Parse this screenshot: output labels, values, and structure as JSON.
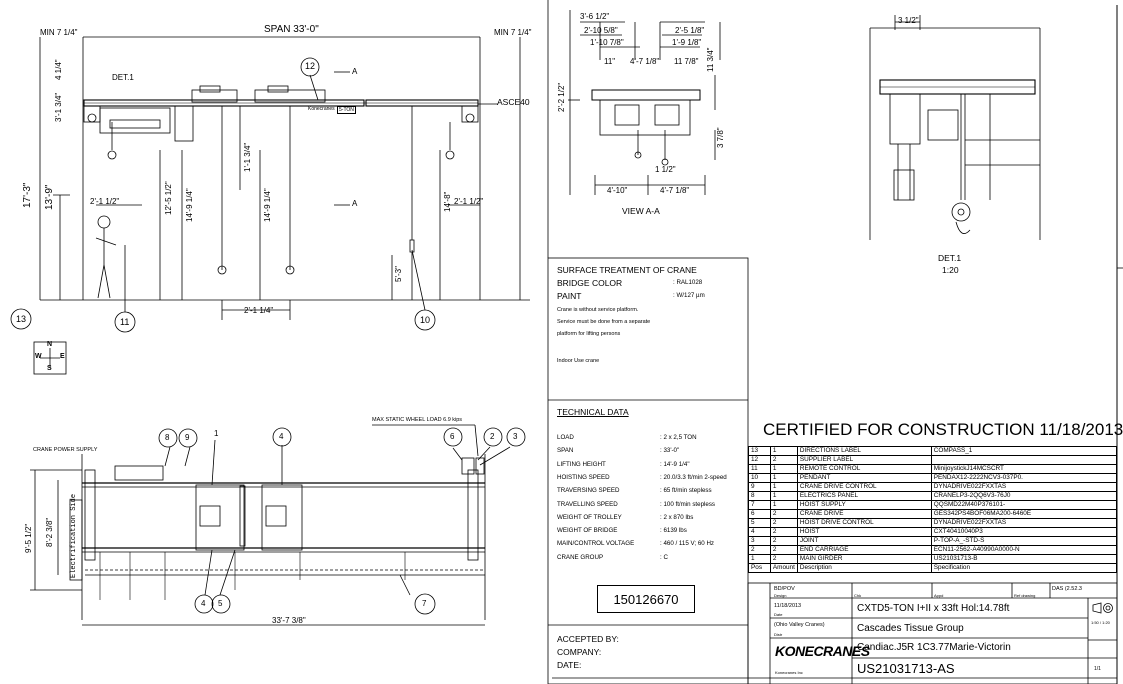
{
  "front_view": {
    "span_label": "SPAN 33'-0\"",
    "min_left": "MIN 7 1/4\"",
    "min_right": "MIN 7 1/4\"",
    "det_label": "DET.1",
    "section_a": "A",
    "asce_label": "ASCE40",
    "height_total": "17'-3\"",
    "height_runway": "13'-9\"",
    "dim_4": "4 1/4\"",
    "dim_3": "3'-1 3/4\"",
    "dim_2_left": "2'-1 1/2\"",
    "dim_2_right": "2'-1 1/2\"",
    "dim_12": "12'-5 1/2\"",
    "dim_14a": "14'-9 1/4\"",
    "dim_14b": "14'-9 1/4\"",
    "dim_14c": "14'-8\"",
    "dim_1": "1'-1 3/4\"",
    "dim_5": "5'-3\"",
    "dim_bottom": "2'-1 1/4\"",
    "callout_12": "12",
    "callout_11": "11",
    "callout_10": "10",
    "callout_13": "13",
    "compass_n": "N",
    "compass_s": "S",
    "compass_w": "W",
    "compass_e": "E",
    "trolley_tag": "5-TON",
    "brand_tag": "Konecranes"
  },
  "view_aa": {
    "title": "VIEW A-A",
    "d1": "3'-6 1/2\"",
    "d2": "2'-10 5/8\"",
    "d3": "1'-10 7/8\"",
    "d4": "2'-5 1/8\"",
    "d5": "1'-9 1/8\"",
    "d6": "4'-7 1/8\"",
    "d7": "11 7/8\"",
    "d8": "11\"",
    "d9": "11 3/4\"",
    "d10": "2'-2 1/2\"",
    "d11": "3 7/8\"",
    "d12": "1 1/2\"",
    "d13": "4'-10\"",
    "d14": "4'-7 1/8\""
  },
  "det1": {
    "title": "DET.1",
    "scale": "1:20",
    "d1": "3 1/2\""
  },
  "surface": {
    "heading": "SURFACE TREATMENT OF CRANE",
    "color_label": "BRIDGE COLOR",
    "color_value": ": RAL1028",
    "paint_label": "PAINT",
    "paint_value": ": W/127 µm",
    "note1": "Crane is without service platform.",
    "note2": "Service must be done from a separate",
    "note3": "platform for lifting persons",
    "note4": "Indoor Use crane"
  },
  "tech": {
    "heading": "TECHNICAL DATA",
    "rows": [
      {
        "k": "LOAD",
        "v": ": 2 x 2,5 TON"
      },
      {
        "k": "SPAN",
        "v": ": 33'-0\""
      },
      {
        "k": "LIFTING HEIGHT",
        "v": ": 14'-9 1/4\""
      },
      {
        "k": "HOISTING SPEED",
        "v": ": 20.0/3.3  ft/min   2-speed"
      },
      {
        "k": "TRAVERSING SPEED",
        "v": ": 65  ft/min   stepless"
      },
      {
        "k": "TRAVELLING SPEED",
        "v": ": 100  ft/min   stepless"
      },
      {
        "k": "WEIGHT OF TROLLEY",
        "v": ": 2 x 870 lbs"
      },
      {
        "k": "WEIGHT OF BRIDGE",
        "v": ": 6139 lbs"
      },
      {
        "k": "MAIN/CONTROL VOLTAGE",
        "v": ": 460 / 115 V; 60 Hz"
      },
      {
        "k": "CRANE GROUP",
        "v": ": C"
      }
    ],
    "order_number": "150126670"
  },
  "accept": {
    "accepted_by": "ACCEPTED BY:",
    "company": "COMPANY:",
    "date": "DATE:"
  },
  "plan_view": {
    "power_supply": "CRANE POWER SUPPLY",
    "wheel_load": "MAX STATIC WHEEL LOAD 6.9 kips",
    "electrification": "Electrification Side",
    "dim_width": "9'-5 1/2\"",
    "dim_inner": "8'-2 3/8\"",
    "dim_length": "33'-7 3/8\"",
    "callouts": {
      "c1": "1",
      "c2": "2",
      "c3": "3",
      "c4a": "4",
      "c4b": "4",
      "c5": "5",
      "c6": "6",
      "c7": "7",
      "c8": "8",
      "c9": "9"
    }
  },
  "certified": "CERTIFIED FOR CONSTRUCTION 11/18/2013",
  "parts": [
    {
      "pos": "13",
      "qty": "1",
      "name": "DIRECTIONS LABEL",
      "code": "COMPASS_1"
    },
    {
      "pos": "12",
      "qty": "2",
      "name": "SUPPLIER LABEL",
      "code": ""
    },
    {
      "pos": "11",
      "qty": "1",
      "name": "REMOTE CONTROL",
      "code": "MinijoystickJ14MCSCRT"
    },
    {
      "pos": "10",
      "qty": "1",
      "name": "PENDANT",
      "code": "PENDAX12-2222NCV3-037P0."
    },
    {
      "pos": "9",
      "qty": "1",
      "name": "CRANE DRIVE CONTROL",
      "code": "DYNADRIVE022FXXTAS"
    },
    {
      "pos": "8",
      "qty": "1",
      "name": "ELECTRICS PANEL",
      "code": "CRANELP3-2QQ6V3-76J0"
    },
    {
      "pos": "7",
      "qty": "1",
      "name": "HOIST SUPPLY",
      "code": "QQSMD22M40P376101-"
    },
    {
      "pos": "6",
      "qty": "2",
      "name": "CRANE DRIVE",
      "code": "GES342PS4BOF06MA200-6460E"
    },
    {
      "pos": "5",
      "qty": "2",
      "name": "HOIST DRIVE CONTROL",
      "code": "DYNADRIVE022FXXTAS"
    },
    {
      "pos": "4",
      "qty": "2",
      "name": "HOIST",
      "code": "CXT40410040P3"
    },
    {
      "pos": "3",
      "qty": "2",
      "name": "JOINT",
      "code": "P-TOP-A_-STD-S"
    },
    {
      "pos": "2",
      "qty": "2",
      "name": "END CARRIAGE",
      "code": "ECN11-2562-A40990A0000-N"
    },
    {
      "pos": "1",
      "qty": "2",
      "name": "MAIN GIRDER",
      "code": "US21031713-B"
    }
  ],
  "parts_header": {
    "pos": "Pos",
    "qty": "Amount",
    "name": "Description",
    "code": "Specification"
  },
  "title_block": {
    "designer": "BD/POV",
    "design_lbl": "Design",
    "chk_lbl": "Chk",
    "appd_lbl": "Appd",
    "ref_lbl": "Ref drawing",
    "das": "DAS (2.52.3",
    "date": "11/18/2013",
    "date_lbl": "Date",
    "client_short": "(Ohio Valley Cranes)",
    "client_lbl": "Distr",
    "title1": "CXTD5-TON I+II x 33ft Hol:14.78ft",
    "title2": "Cascades Tissue Group",
    "title3": "Candiac.J5R 1C3.77Marie-Victorin",
    "drawing_no": "US21031713-AS",
    "scale": "1:50 / 1:20",
    "logo": "KONECRANES",
    "logo_sub": "Konecranes Inc",
    "sheet": "1/1"
  }
}
